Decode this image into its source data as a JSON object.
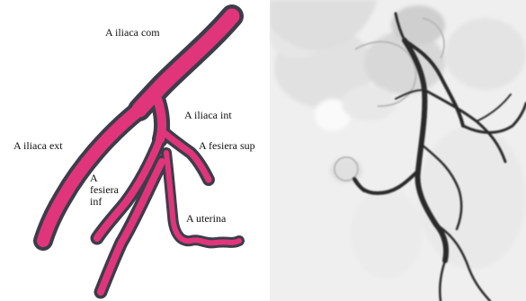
{
  "diagram": {
    "labels": {
      "iliaca_com": "A iliaca com",
      "iliaca_int": "A iliaca int",
      "iliaca_ext": "A iliaca ext",
      "fesiera_sup": "A fesiera sup",
      "fesiera_inf": "A fesiera inf",
      "uterina": "A uterina"
    },
    "colors": {
      "vessel_fill": "#e0357a",
      "vessel_outline": "#3d3d4a",
      "angio_background": "#f0f0f0",
      "angio_vessel": "#2b2b2b"
    }
  }
}
